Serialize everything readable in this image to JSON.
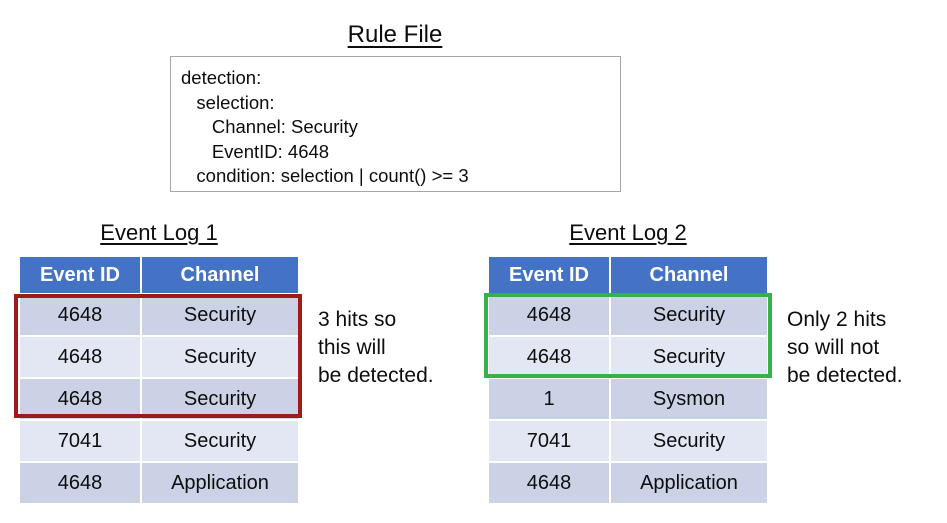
{
  "rule": {
    "title": "Rule File",
    "lines": [
      "detection:",
      "   selection:",
      "      Channel: Security",
      "      EventID: 4648",
      "   condition: selection | count() >= 3"
    ]
  },
  "logs": [
    {
      "title": "Event Log 1",
      "columns": [
        "Event ID",
        "Channel"
      ],
      "rows": [
        [
          "4648",
          "Security"
        ],
        [
          "4648",
          "Security"
        ],
        [
          "4648",
          "Security"
        ],
        [
          "7041",
          "Security"
        ],
        [
          "4648",
          "Application"
        ]
      ],
      "highlight": {
        "color": "#9e1b1b",
        "rows": [
          0,
          1,
          2
        ]
      },
      "annotation": "3 hits so\nthis will\nbe detected."
    },
    {
      "title": "Event Log 2",
      "columns": [
        "Event ID",
        "Channel"
      ],
      "rows": [
        [
          "4648",
          "Security"
        ],
        [
          "4648",
          "Security"
        ],
        [
          "1",
          "Sysmon"
        ],
        [
          "7041",
          "Security"
        ],
        [
          "4648",
          "Application"
        ]
      ],
      "highlight": {
        "color": "#37b24a",
        "rows": [
          0,
          1
        ]
      },
      "annotation": "Only 2 hits\nso will not\nbe detected."
    }
  ],
  "colors": {
    "header_blue": "#4472C4",
    "row_dark": "#CCD2E6",
    "row_light": "#E3E7F3",
    "highlight_red": "#9E1B1B",
    "highlight_green": "#37B24A",
    "box_border": "#A6A6A6"
  }
}
